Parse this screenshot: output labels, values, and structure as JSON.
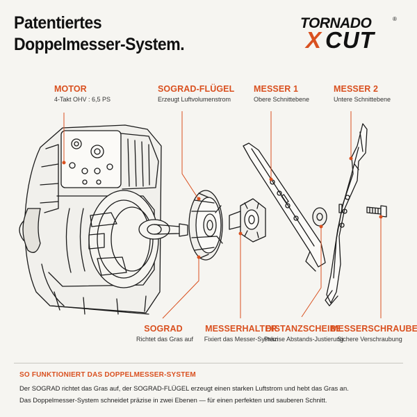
{
  "title": {
    "line1": "Patentiertes",
    "line2": "Doppelmesser-System."
  },
  "logo": {
    "top_word": "TORNADO",
    "registered": "®",
    "bottom_x": "X",
    "bottom_word": "CUT"
  },
  "labels": {
    "motor": {
      "name": "MOTOR",
      "desc": "4-Takt OHV : 6,5 PS"
    },
    "sograd_fluegel": {
      "name": "SOGRAD-FLÜGEL",
      "desc": "Erzeugt Luftvolumenstrom"
    },
    "messer1": {
      "name": "MESSER 1",
      "desc": "Obere Schnittebene"
    },
    "messer2": {
      "name": "MESSER 2",
      "desc": "Untere Schnittebene"
    },
    "sograd": {
      "name": "SOGRAD",
      "desc": "Richtet das Gras auf"
    },
    "messerhalter": {
      "name": "MESSERHALTER",
      "desc": "Fixiert das Messer-System"
    },
    "distanzscheibe": {
      "name": "DISTANZSCHEIBE",
      "desc": "Präzise Abstands-Justierung"
    },
    "messerschraube": {
      "name": "MESSERSCHRAUBE",
      "desc": "Sichere Verschraubung"
    }
  },
  "how": {
    "title": "SO FUNKTIONIERT DAS DOPPELMESSER-SYSTEM",
    "line1": "Der SOGRAD richtet das Gras auf,  der SOGRAD-FLÜGEL erzeugt einen starken Luftstrom und hebt das Gras an.",
    "line2": "Das Doppelmesser-System schneidet präzise in zwei Ebenen — für einen perfekten und sauberen Schnitt."
  },
  "colors": {
    "accent": "#d9501f",
    "ink": "#111111",
    "background": "#f6f5f1"
  }
}
